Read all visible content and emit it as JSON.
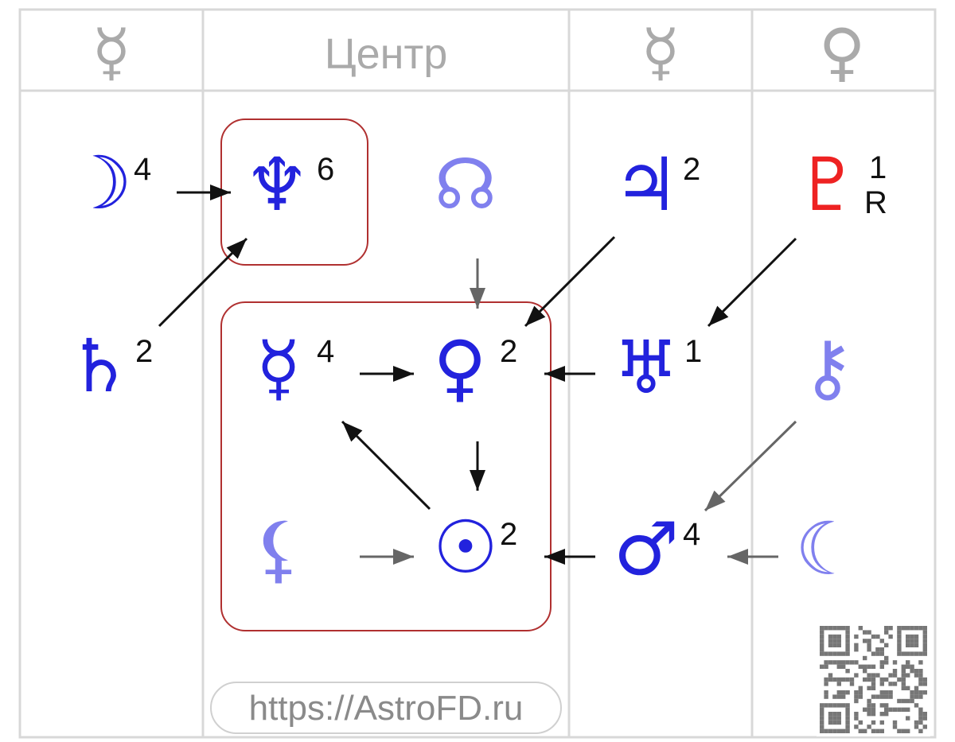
{
  "header": {
    "col1_symbol": "☿",
    "col2_label": "Центр",
    "col3_symbol": "☿",
    "col4_symbol": "♀"
  },
  "colors": {
    "strong": "#2222dd",
    "weak": "#8080ee",
    "retro": "#ee2222",
    "frame": "#b03030",
    "arrow_strong": "#111111",
    "arrow_weak": "#666666",
    "header": "#aaaaaa",
    "grid": "#d8d8d8"
  },
  "planets": {
    "moon": {
      "icon": "moon-icon",
      "symbol": "☽",
      "count": "4"
    },
    "neptune": {
      "icon": "neptune-icon",
      "symbol": "♆",
      "count": "6"
    },
    "node": {
      "icon": "north-node-icon",
      "symbol": "☊"
    },
    "jupiter": {
      "icon": "jupiter-icon",
      "symbol": "♃",
      "count": "2"
    },
    "pluto": {
      "icon": "pluto-icon",
      "symbol": "♇",
      "count": "1",
      "retro": "R"
    },
    "saturn": {
      "icon": "saturn-icon",
      "symbol": "♄",
      "count": "2"
    },
    "mercury": {
      "icon": "mercury-icon",
      "symbol": "☿",
      "count": "4"
    },
    "venus": {
      "icon": "venus-icon",
      "symbol": "♀",
      "count": "2"
    },
    "uranus": {
      "icon": "uranus-icon",
      "symbol": "♅",
      "count": "1"
    },
    "chiron": {
      "icon": "chiron-icon",
      "symbol": "⚷"
    },
    "lilith": {
      "icon": "lilith-icon",
      "symbol": "⚸"
    },
    "sun": {
      "icon": "sun-icon",
      "symbol": "☉",
      "count": "2"
    },
    "mars": {
      "icon": "mars-icon",
      "symbol": "♂",
      "count": "4"
    },
    "selena": {
      "icon": "selena-icon",
      "symbol": "☾"
    }
  },
  "footer": {
    "url": "https://AstroFD.ru"
  },
  "qr": {
    "icon": "qr-code-icon"
  }
}
